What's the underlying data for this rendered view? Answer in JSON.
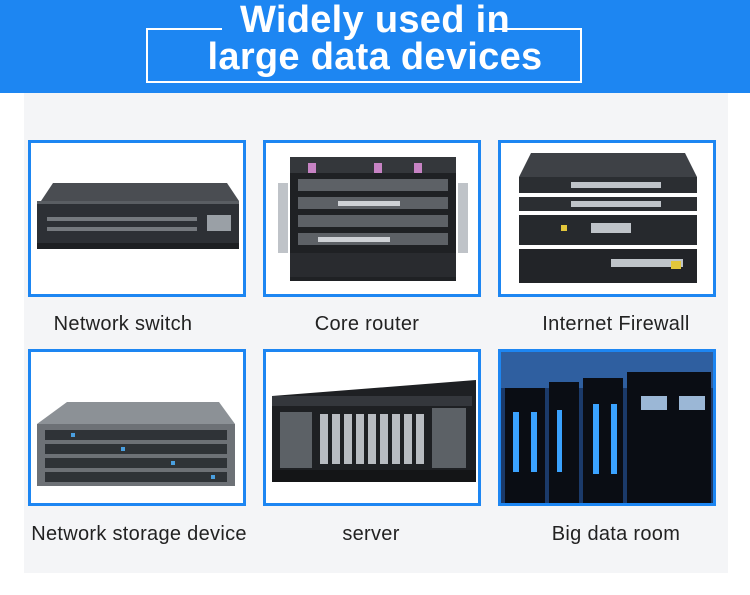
{
  "header": {
    "title_line1": "Widely used in",
    "title_line2": "large data devices"
  },
  "devices": [
    {
      "label": "Network switch",
      "icon": "network-switch-image"
    },
    {
      "label": "Core router",
      "icon": "core-router-image"
    },
    {
      "label": "Internet Firewall",
      "icon": "firewall-image"
    },
    {
      "label": "Network storage device",
      "icon": "storage-device-image"
    },
    {
      "label": "server",
      "icon": "server-image"
    },
    {
      "label": "Big data room",
      "icon": "data-room-image"
    }
  ],
  "colors": {
    "accent": "#1d86f2",
    "panel": "#f4f5f7",
    "text": "#222222"
  }
}
